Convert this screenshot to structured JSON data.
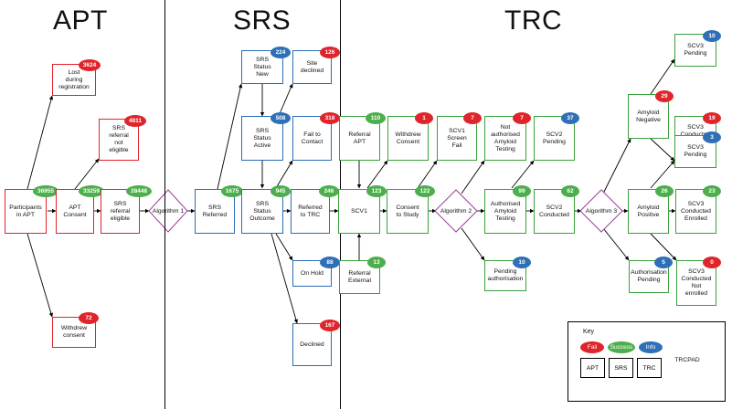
{
  "sections": [
    "APT",
    "SRS",
    "TRC"
  ],
  "colors": {
    "apt": "#e0242b",
    "srs": "#2a6eb5",
    "trc": "#3aa13a",
    "fail": "#e0242b",
    "success": "#4cae4c",
    "info": "#2f6fb6",
    "algorithm": "#9b3f9b"
  },
  "nodes": {
    "participants": {
      "label": "Participants\nin APT",
      "count": "36955"
    },
    "lost_registration": {
      "label": "Lost\nduring\nregistration",
      "count": "3624"
    },
    "apt_consent": {
      "label": "APT\nConsent",
      "count": "33259"
    },
    "srs_not_eligible": {
      "label": "SRS\nreferral\nnot\neligible",
      "count": "4811"
    },
    "srs_eligible": {
      "label": "SRS\nreferral\neligible",
      "count": "28448"
    },
    "withdrew": {
      "label": "Withdrew\nconsent",
      "count": "72"
    },
    "srs_referred": {
      "label": "SRS\nReferred",
      "count": "1675"
    },
    "srs_new": {
      "label": "SRS\nStatus\nNew",
      "count": "224"
    },
    "site_declined": {
      "label": "Site\ndeclined",
      "count": "126"
    },
    "srs_active": {
      "label": "SRS\nStatus\nActive",
      "count": "508"
    },
    "fail_contact": {
      "label": "Fail to\nContact",
      "count": "318"
    },
    "srs_outcome": {
      "label": "SRS\nStatus\nOutcome",
      "count": "945"
    },
    "referred_trc": {
      "label": "Referred\nto TRC",
      "count": "246"
    },
    "on_hold": {
      "label": "On Hold",
      "count": "88"
    },
    "declined": {
      "label": "Declined",
      "count": "167"
    },
    "referral_apt": {
      "label": "Referral\nAPT",
      "count": "110"
    },
    "withdrew_consent": {
      "label": "Withdrew\nConsent",
      "count": "1"
    },
    "scv1_fail": {
      "label": "SCV1\nScreen\nFail",
      "count": "7"
    },
    "not_auth": {
      "label": "Not\nauthorised\nAmyloid\nTesting",
      "count": "7"
    },
    "scv2_pending": {
      "label": "SCV2\nPending",
      "count": "37"
    },
    "scv1": {
      "label": "SCV1",
      "count": "123"
    },
    "consent_study": {
      "label": "Consent\nto Study",
      "count": "122"
    },
    "auth_testing": {
      "label": "Authorised\nAmyloid\nTesting",
      "count": "99"
    },
    "scv2_conducted": {
      "label": "SCV2\nConducted",
      "count": "62"
    },
    "referral_external": {
      "label": "Referral\nExternal",
      "count": "13"
    },
    "pending_auth": {
      "label": "Pending\nauthorisation",
      "count": "10"
    },
    "amyloid_negative": {
      "label": "Amyloid\nNegative",
      "count": "29"
    },
    "scv3_pending_neg": {
      "label": "SCV3\nPending",
      "count": "10"
    },
    "scv3_not_enrolled_neg": {
      "label": "SCV3\nConducted\nNot\nEnrolled",
      "count": "19"
    },
    "amyloid_positive": {
      "label": "Amyloid\nPositive",
      "count": "26"
    },
    "scv3_pending_pos": {
      "label": "SCV3\nPending",
      "count": "3"
    },
    "scv3_enrolled": {
      "label": "SCV3\nConducted\nEnrolled",
      "count": "23"
    },
    "auth_pending": {
      "label": "Authorisation\nPending",
      "count": "5"
    },
    "scv3_not_enrolled_pos": {
      "label": "SCV3\nConducted\nNot\nenrolled",
      "count": "0"
    }
  },
  "algorithms": [
    "Algorithm 1",
    "Algorithm 2",
    "Algorithm 3"
  ],
  "key": {
    "title": "Key",
    "fail": "Fail",
    "success": "Success",
    "info": "Info",
    "apt": "APT",
    "srs": "SRS",
    "trc": "TRC",
    "trcpad": "TRCPAD"
  }
}
